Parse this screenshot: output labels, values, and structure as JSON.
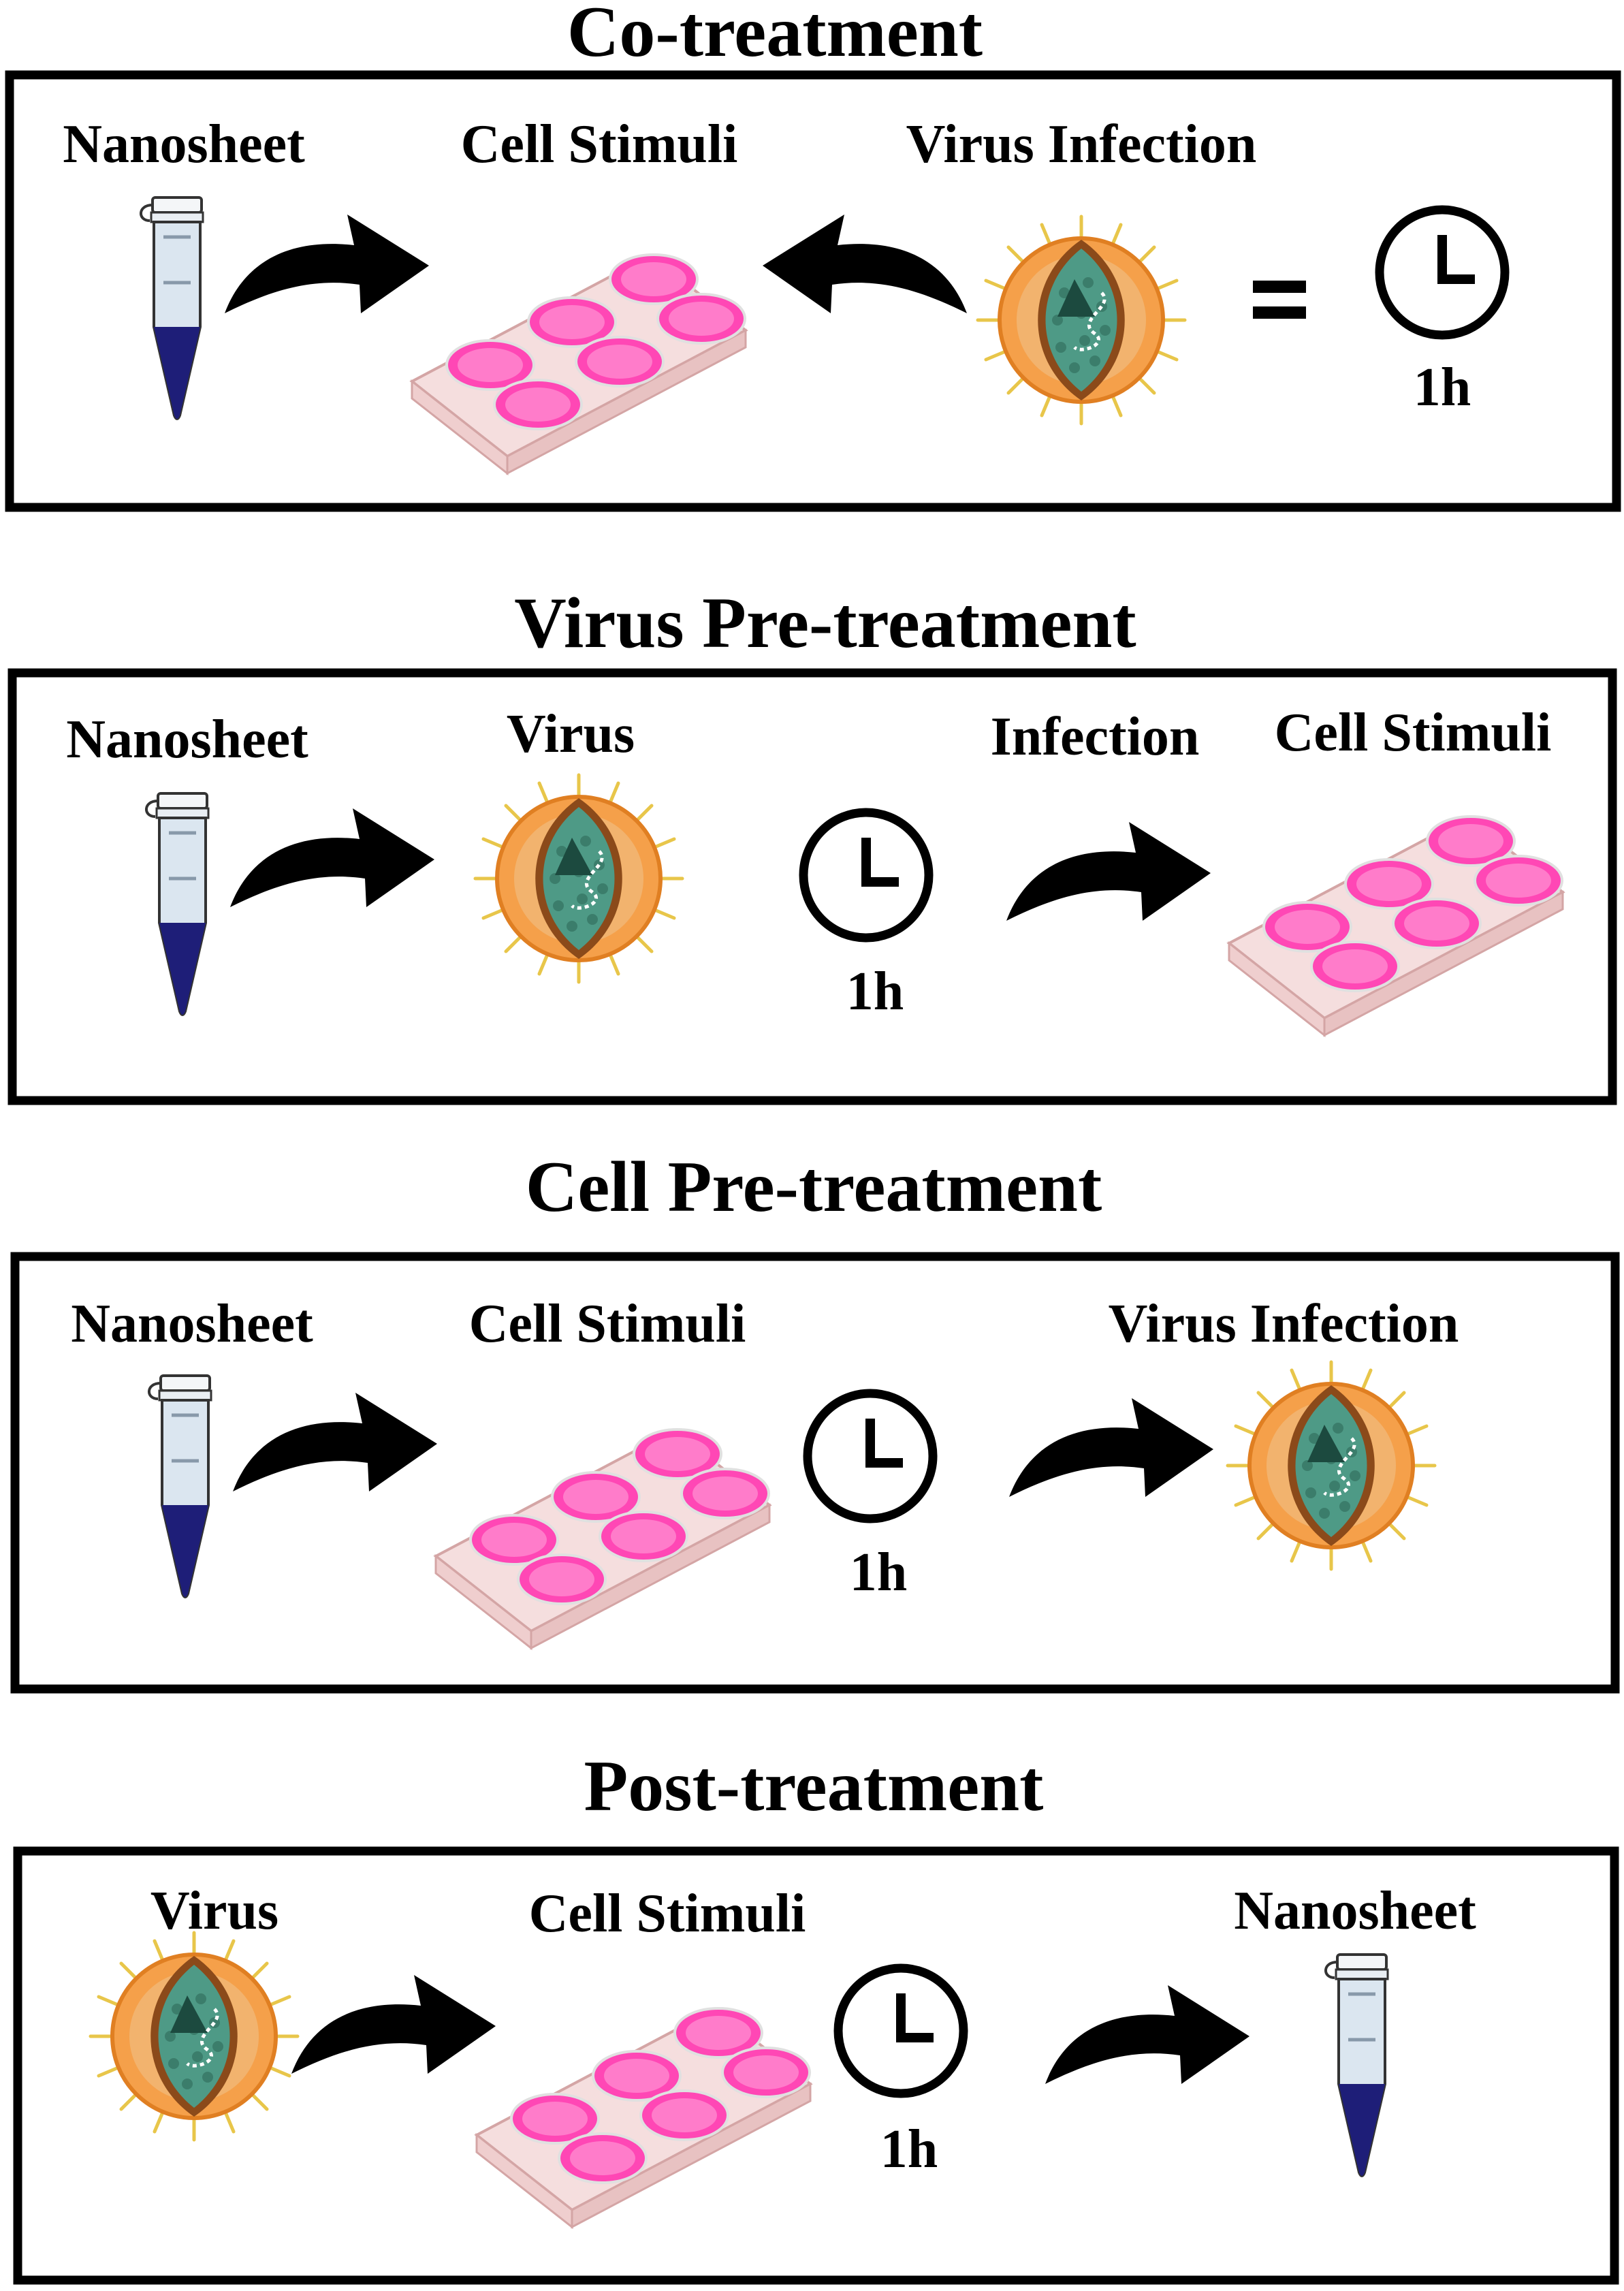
{
  "panels": [
    {
      "title": "Co-treatment",
      "labels": [
        "Nanosheet",
        "Cell Stimuli",
        "Virus Infection"
      ],
      "time": "1h"
    },
    {
      "title": "Virus Pre-treatment",
      "labels": [
        "Nanosheet",
        "Virus",
        "Infection",
        "Cell Stimuli"
      ],
      "time": "1h"
    },
    {
      "title": "Cell Pre-treatment",
      "labels": [
        "Nanosheet",
        "Cell Stimuli",
        "Virus Infection"
      ],
      "time": "1h"
    },
    {
      "title": "Post-treatment",
      "labels": [
        "Virus",
        "Cell Stimuli",
        "Nanosheet"
      ],
      "time": "1h"
    }
  ],
  "colors": {
    "frame": "#000000",
    "tube_liquid": "#1e1e78",
    "tube_body": "#dbe6f0",
    "well_media": "#ff3fb0",
    "plate": "#f6dcdc",
    "virus_envelope": "#f5a04a",
    "virus_core": "#4e9a86",
    "virus_spikes": "#e8c64a",
    "arrow": "#000000"
  },
  "icons": [
    "tube-icon",
    "well-plate-icon",
    "virus-icon",
    "clock-icon",
    "curved-arrow-icon",
    "equals-icon"
  ]
}
